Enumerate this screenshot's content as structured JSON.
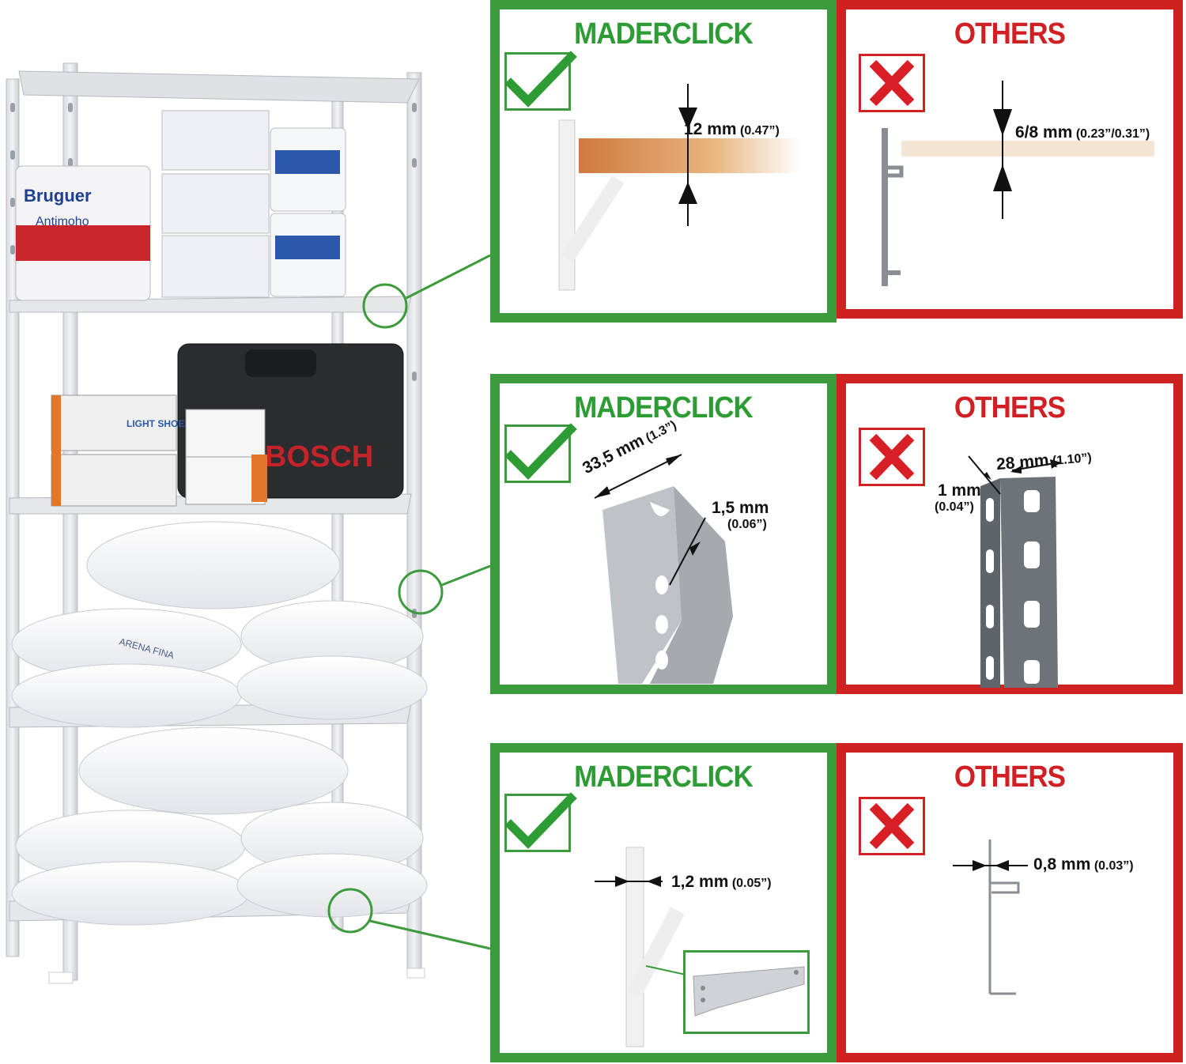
{
  "comparison": {
    "left_label": "MADERCLICK",
    "right_label": "OTHERS"
  },
  "rows": [
    {
      "topic": "shelf thickness",
      "maderclick": {
        "value": "12 mm",
        "imperial": "(0.47”)"
      },
      "others": {
        "value": "6/8 mm",
        "imperial": "(0.23”/0.31”)"
      }
    },
    {
      "topic": "upright profile",
      "maderclick": {
        "width_value": "33,5 mm",
        "width_imperial": "(1.3”)",
        "thickness_value": "1,5 mm",
        "thickness_imperial": "(0.06”)"
      },
      "others": {
        "width_value": "28 mm",
        "width_imperial": "(1.10”)",
        "thickness_value": "1 mm",
        "thickness_imperial": "(0.04”)"
      }
    },
    {
      "topic": "bracket thickness",
      "maderclick": {
        "value": "1,2 mm",
        "imperial": "(0.05”)"
      },
      "others": {
        "value": "0,8 mm",
        "imperial": "(0.03”)"
      }
    }
  ],
  "product_photo": {
    "brand_on_case": "BOSCH",
    "paint_brand": "Bruguer",
    "paint_product": "Antimoho",
    "box_label": "LIGHT SHOES",
    "bag_label": "ARENA FINA"
  },
  "colors": {
    "maderclick_green": "#3c9b3c",
    "others_red": "#d12222"
  },
  "icons": {
    "maderclick": "check-icon",
    "others": "cross-icon"
  }
}
